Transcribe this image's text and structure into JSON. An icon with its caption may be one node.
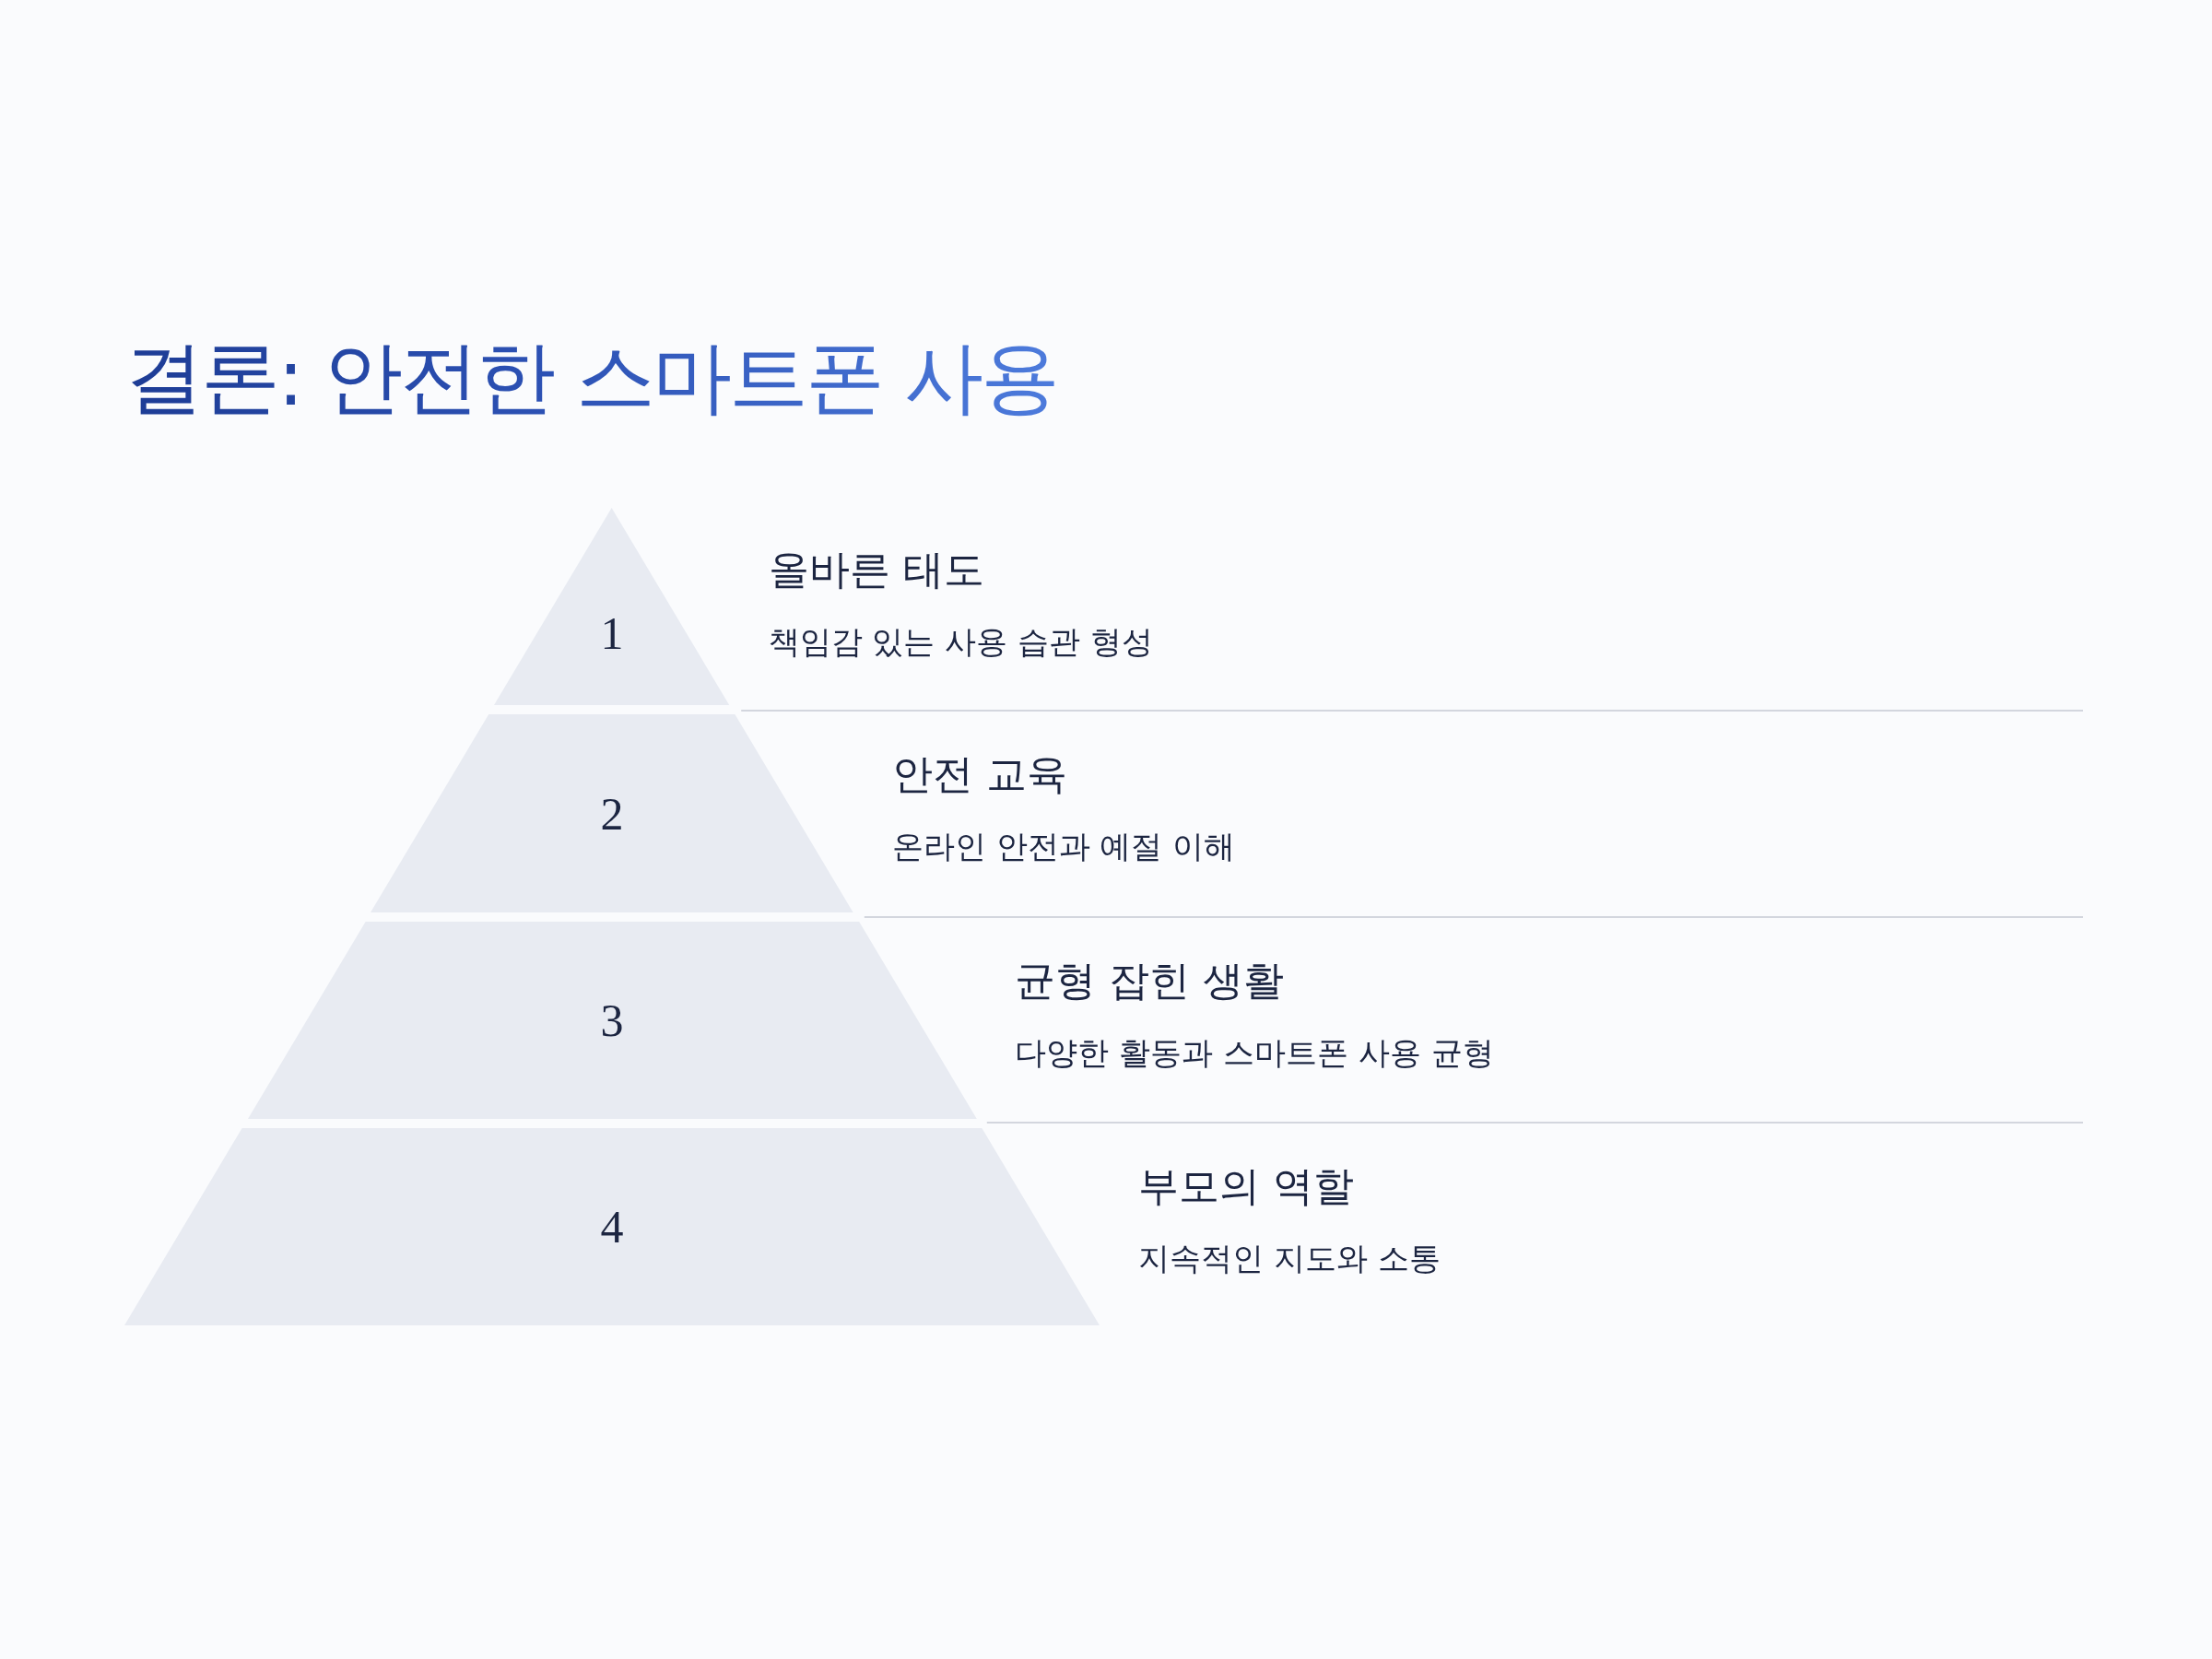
{
  "diagram": {
    "title": "결론: 안전한 스마트폰 사용",
    "nodes": [
      {
        "text": [
          "1"
        ],
        "beside": [
          "올바른 태도",
          "책임감 있는 사용 습관 형성"
        ]
      },
      {
        "text": [
          "2"
        ],
        "beside": [
          "안전 교육",
          "온라인 안전과 예절 이해"
        ]
      },
      {
        "text": [
          "3"
        ],
        "beside": [
          "균형 잡힌 생활",
          "다양한 활동과 스마트폰 사용 균형"
        ]
      },
      {
        "text": [
          "4"
        ],
        "beside": [
          "부모의 역할",
          "지속적인 지도와 소통"
        ]
      }
    ]
  }
}
